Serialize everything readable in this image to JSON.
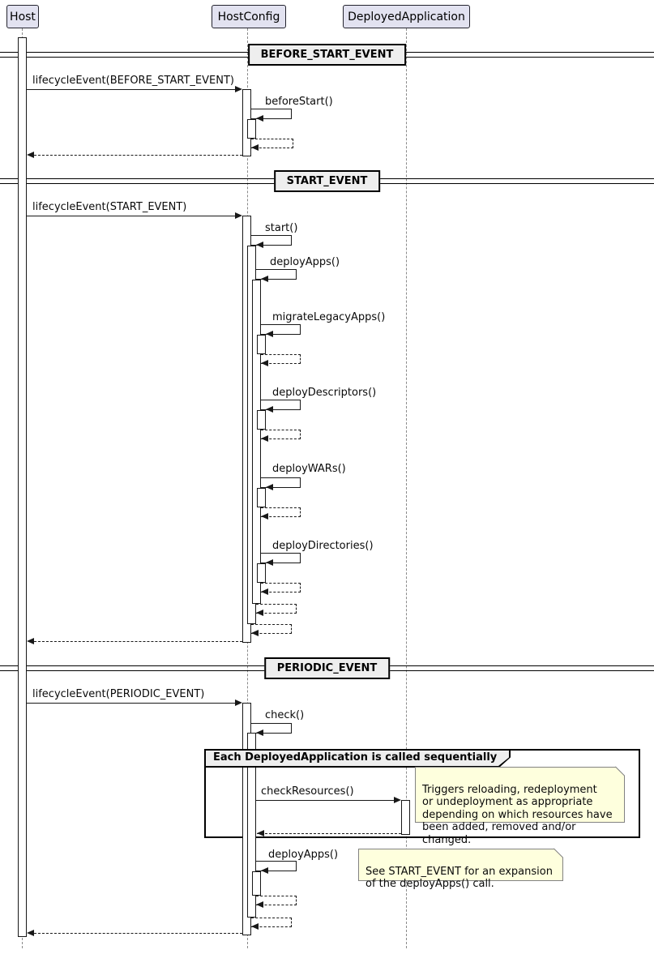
{
  "diagram_type": "uml-sequence-diagram",
  "colors": {
    "participant_fill": "#E2E2F0",
    "participant_border": "#181818",
    "line_color": "#181818",
    "lifeline_color": "#8A8A8A",
    "divider_fill": "#EEEEEE",
    "group_header_fill": "#EEEEEE",
    "note_fill": "#FEFFDD",
    "note_border": "#828282",
    "background": "#FFFFFF"
  },
  "participants": {
    "host": "Host",
    "host_config": "HostConfig",
    "deployed_application": "DeployedApplication"
  },
  "sections": {
    "before_start": {
      "divider": "BEFORE_START_EVENT",
      "lifecycle_event": "lifecycleEvent(BEFORE_START_EVENT)",
      "before_start_call": "beforeStart()"
    },
    "start": {
      "divider": "START_EVENT",
      "lifecycle_event": "lifecycleEvent(START_EVENT)",
      "start_call": "start()",
      "deploy_apps_call": "deployApps()",
      "migrate_legacy_apps_call": "migrateLegacyApps()",
      "deploy_descriptors_call": "deployDescriptors()",
      "deploy_wars_call": "deployWARs()",
      "deploy_directories_call": "deployDirectories()"
    },
    "periodic": {
      "divider": "PERIODIC_EVENT",
      "lifecycle_event": "lifecycleEvent(PERIODIC_EVENT)",
      "check_call": "check()",
      "group_title": "Each DeployedApplication is called sequentially",
      "check_resources_call": "checkResources()",
      "check_resources_note": "Triggers reloading, redeployment\nor undeployment as appropriate\ndepending on which resources have\nbeen added, removed and/or changed.",
      "deploy_apps_call": "deployApps()",
      "deploy_apps_note": "See START_EVENT for an expansion\nof the deployApps() call."
    }
  }
}
